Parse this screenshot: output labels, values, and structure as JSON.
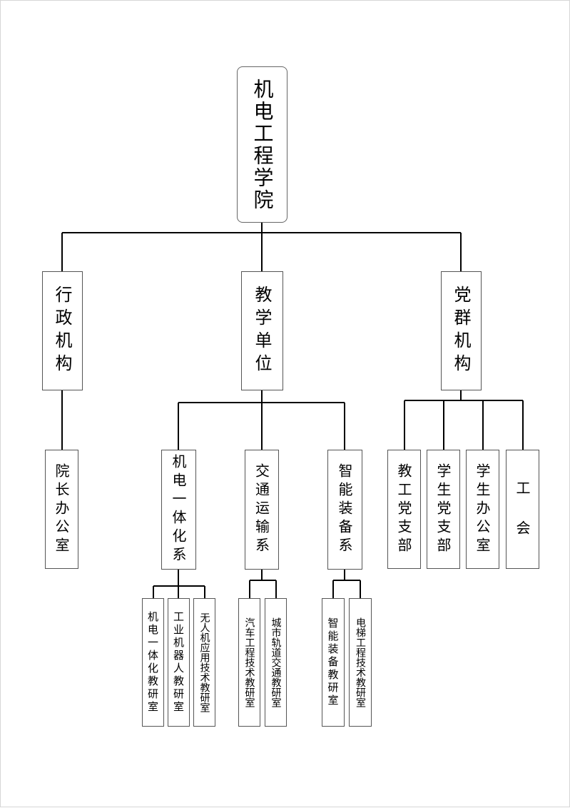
{
  "root": {
    "label": "机电工程学院"
  },
  "branches": [
    {
      "label": "行政机构",
      "children": [
        {
          "label": "院长办公室"
        }
      ]
    },
    {
      "label": "教学单位",
      "children": [
        {
          "label": "机电一体化系",
          "children": [
            {
              "label": "机电一体化教研室"
            },
            {
              "label": "工业机器人教研室"
            },
            {
              "label": "无人机应用技术教研室"
            }
          ]
        },
        {
          "label": "交通运输系",
          "children": [
            {
              "label": "汽车工程技术教研室"
            },
            {
              "label": "城市轨道交通教研室"
            }
          ]
        },
        {
          "label": "智能装备系",
          "children": [
            {
              "label": "智能装备教研室"
            },
            {
              "label": "电梯工程技术教研室"
            }
          ]
        }
      ]
    },
    {
      "label": "党群机构",
      "children": [
        {
          "label": "教工党支部"
        },
        {
          "label": "学生党支部"
        },
        {
          "label": "学生办公室"
        },
        {
          "label": "工 会"
        }
      ]
    }
  ]
}
